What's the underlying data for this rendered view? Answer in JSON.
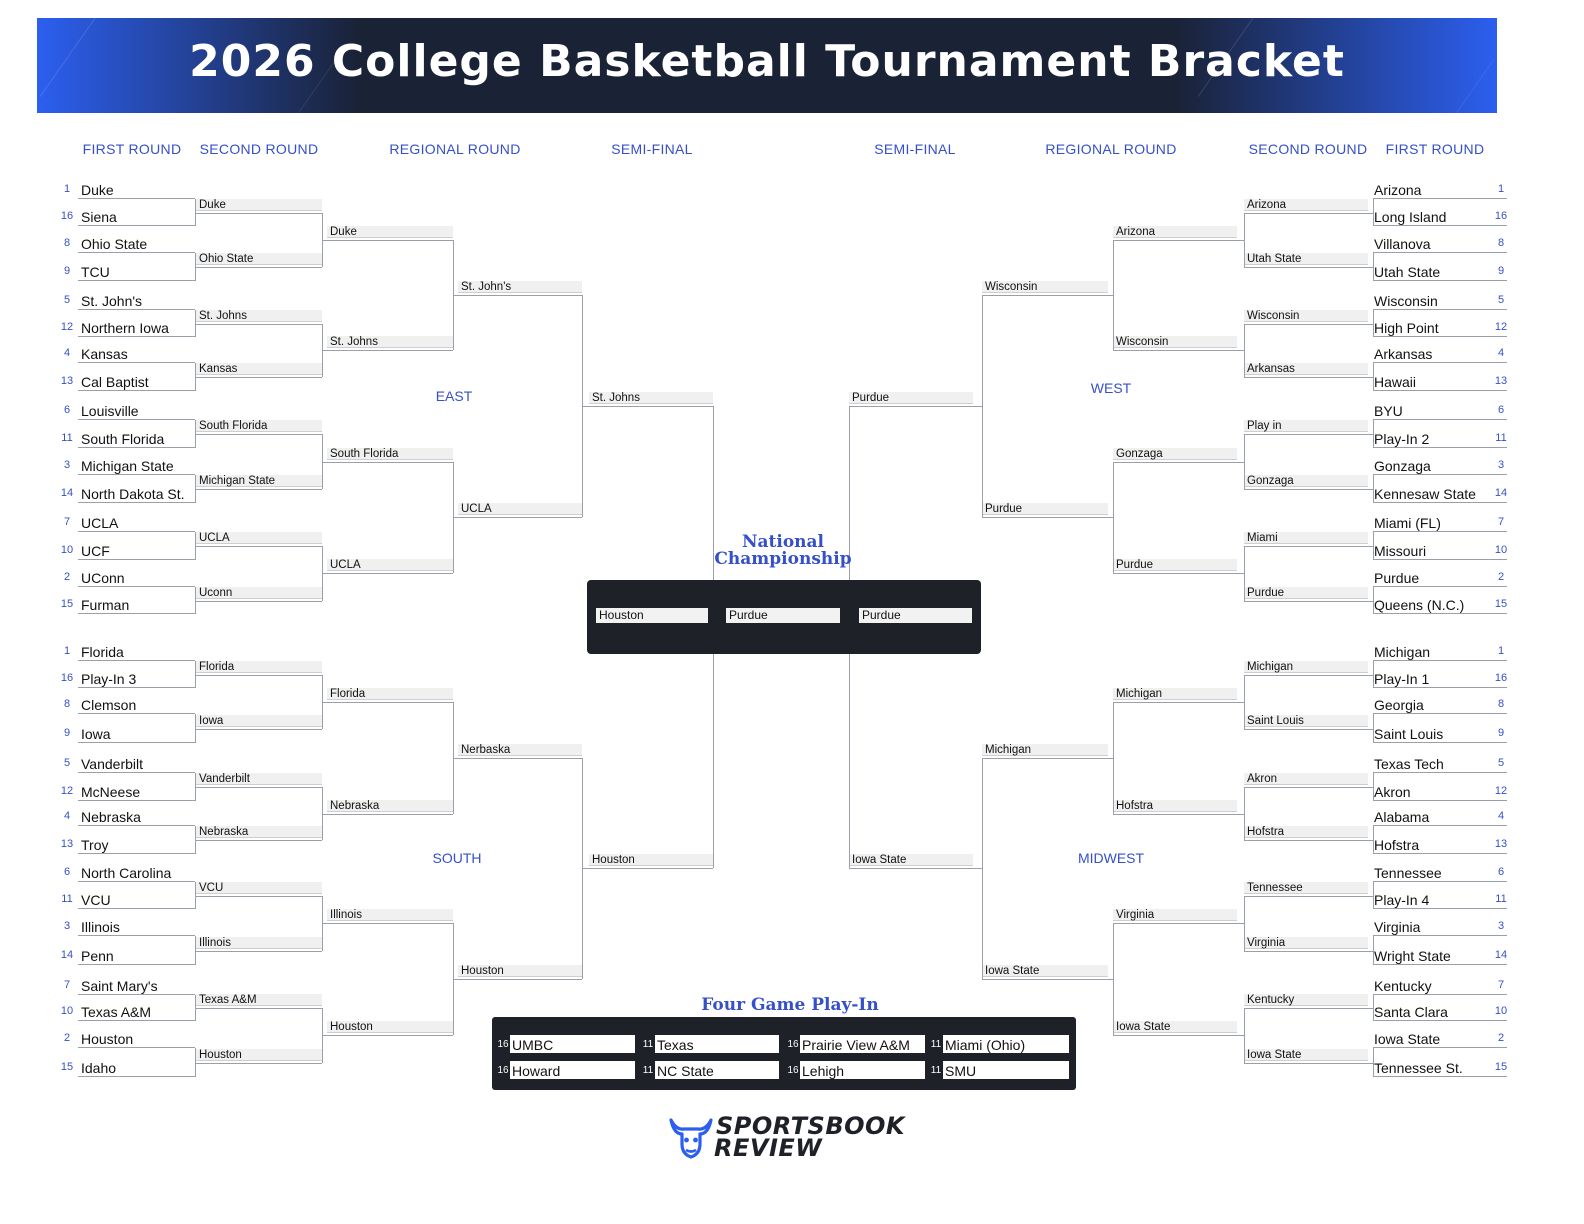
{
  "title": "2026 College Basketball Tournament Bracket",
  "rounds_left": [
    "FIRST ROUND",
    "SECOND ROUND",
    "REGIONAL ROUND",
    "SEMI-FINAL"
  ],
  "rounds_right": [
    "SEMI-FINAL",
    "REGIONAL ROUND",
    "SECOND ROUND",
    "FIRST ROUND"
  ],
  "regions": {
    "east": "EAST",
    "south": "SOUTH",
    "west": "WEST",
    "midwest": "MIDWEST"
  },
  "left_r1": [
    [
      "1",
      "Duke"
    ],
    [
      "16",
      "Siena"
    ],
    [
      "8",
      "Ohio State"
    ],
    [
      "9",
      "TCU"
    ],
    [
      "5",
      "St. John's"
    ],
    [
      "12",
      "Northern Iowa"
    ],
    [
      "4",
      "Kansas"
    ],
    [
      "13",
      "Cal Baptist"
    ],
    [
      "6",
      "Louisville"
    ],
    [
      "11",
      "South Florida"
    ],
    [
      "3",
      "Michigan State"
    ],
    [
      "14",
      "North Dakota St."
    ],
    [
      "7",
      "UCLA"
    ],
    [
      "10",
      "UCF"
    ],
    [
      "2",
      "UConn"
    ],
    [
      "15",
      "Furman"
    ],
    [
      "1",
      "Florida"
    ],
    [
      "16",
      "Play-In 3"
    ],
    [
      "8",
      "Clemson"
    ],
    [
      "9",
      "Iowa"
    ],
    [
      "5",
      "Vanderbilt"
    ],
    [
      "12",
      "McNeese"
    ],
    [
      "4",
      "Nebraska"
    ],
    [
      "13",
      "Troy"
    ],
    [
      "6",
      "North Carolina"
    ],
    [
      "11",
      "VCU"
    ],
    [
      "3",
      "Illinois"
    ],
    [
      "14",
      "Penn"
    ],
    [
      "7",
      "Saint Mary's"
    ],
    [
      "10",
      "Texas A&M"
    ],
    [
      "2",
      "Houston"
    ],
    [
      "15",
      "Idaho"
    ]
  ],
  "left_r2": [
    "Duke",
    "Ohio State",
    "St. Johns",
    "Kansas",
    "South Florida",
    "Michigan State",
    "UCLA",
    "Uconn",
    "Florida",
    "Iowa",
    "Vanderbilt",
    "Nebraska",
    "VCU",
    "Illinois",
    "Texas A&M",
    "Houston"
  ],
  "left_r3": [
    "Duke",
    "St. Johns",
    "South Florida",
    "UCLA",
    "Florida",
    "Nebraska",
    "Illinois",
    "Houston"
  ],
  "left_r4": [
    "St. John's",
    "UCLA",
    "Nerbaska",
    "Houston"
  ],
  "left_r5": [
    "St. Johns",
    "Houston"
  ],
  "right_r1": [
    [
      "1",
      "Arizona"
    ],
    [
      "16",
      "Long Island"
    ],
    [
      "8",
      "Villanova"
    ],
    [
      "9",
      "Utah State"
    ],
    [
      "5",
      "Wisconsin"
    ],
    [
      "12",
      "High Point"
    ],
    [
      "4",
      "Arkansas"
    ],
    [
      "13",
      "Hawaii"
    ],
    [
      "6",
      "BYU"
    ],
    [
      "11",
      "Play-In 2"
    ],
    [
      "3",
      "Gonzaga"
    ],
    [
      "14",
      "Kennesaw State"
    ],
    [
      "7",
      "Miami (FL)"
    ],
    [
      "10",
      "Missouri"
    ],
    [
      "2",
      "Purdue"
    ],
    [
      "15",
      "Queens (N.C.)"
    ],
    [
      "1",
      "Michigan"
    ],
    [
      "16",
      "Play-In 1"
    ],
    [
      "8",
      "Georgia"
    ],
    [
      "9",
      "Saint Louis"
    ],
    [
      "5",
      "Texas Tech"
    ],
    [
      "12",
      "Akron"
    ],
    [
      "4",
      "Alabama"
    ],
    [
      "13",
      "Hofstra"
    ],
    [
      "6",
      "Tennessee"
    ],
    [
      "11",
      "Play-In 4"
    ],
    [
      "3",
      "Virginia"
    ],
    [
      "14",
      "Wright State"
    ],
    [
      "7",
      "Kentucky"
    ],
    [
      "10",
      "Santa Clara"
    ],
    [
      "2",
      "Iowa State"
    ],
    [
      "15",
      "Tennessee St."
    ]
  ],
  "right_r2": [
    "Arizona",
    "Utah State",
    "Wisconsin",
    "Arkansas",
    "Play in",
    "Gonzaga",
    "Miami",
    "Purdue",
    "Michigan",
    "Saint Louis",
    "Akron",
    "Hofstra",
    "Tennessee",
    "Virginia",
    "Kentucky",
    "Iowa State"
  ],
  "right_r3": [
    "Arizona",
    "Wisconsin",
    "Gonzaga",
    "Purdue",
    "Michigan",
    "Hofstra",
    "Virginia",
    "Iowa State"
  ],
  "right_r4": [
    "Wisconsin",
    "Purdue",
    "Michigan",
    "Iowa State"
  ],
  "right_r5": [
    "Purdue",
    "Iowa State"
  ],
  "championship": {
    "title_line1": "National",
    "title_line2": "Championship",
    "left": "Houston",
    "winner": "Purdue",
    "right": "Purdue"
  },
  "playin": {
    "title": "Four Game Play-In",
    "games": [
      [
        [
          "16",
          "UMBC"
        ],
        [
          "16",
          "Howard"
        ]
      ],
      [
        [
          "11",
          "Texas"
        ],
        [
          "11",
          "NC State"
        ]
      ],
      [
        [
          "16",
          "Prairie View A&M"
        ],
        [
          "16",
          "Lehigh"
        ]
      ],
      [
        [
          "11",
          "Miami (Ohio)"
        ],
        [
          "11",
          "SMU"
        ]
      ]
    ]
  },
  "logo": {
    "line1": "SPORTSBOOK",
    "line2": "REVIEW",
    "icon": "bull-head-icon"
  },
  "colors": {
    "accent": "#3550c8",
    "header_dark": "#1a2236",
    "header_blue": "#2c5ff0",
    "panel": "#1f2128"
  }
}
